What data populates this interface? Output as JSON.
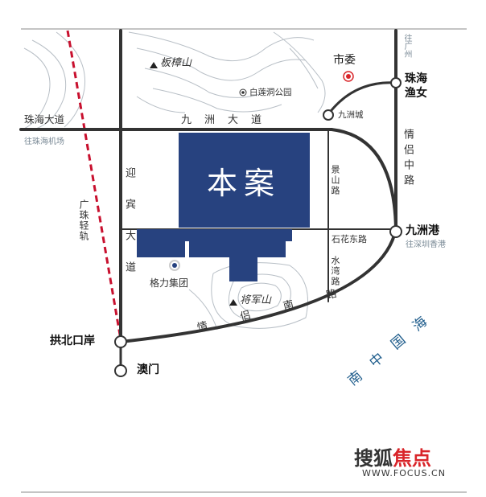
{
  "project_label": "本案",
  "roads": {
    "zhuhai_avenue": "珠海大道",
    "jiuzhou_avenue": "九洲大道",
    "yingbin_avenue": "迎宾大道",
    "jingshan_road": "景山路",
    "shihua_east_road": "石花东路",
    "shuiwan_road": "水湾路",
    "qinglv_middle_road": "情侣中路",
    "qinglv_south_road": "情侣南路",
    "guangzhu_railway": "广珠轻轨"
  },
  "places": {
    "banzhang_mountain": "板樟山",
    "bailiandong_park": "白莲洞公园",
    "city_committee": "市委",
    "zhuhai_yunu": "珠海渔女",
    "jiuzhou_city": "九洲城",
    "jiuzhou_port": "九洲港",
    "gree_group": "格力集团",
    "jiangjun_mountain": "将军山",
    "gongbei_port": "拱北口岸",
    "macau": "澳门",
    "south_china_sea": "南中国海"
  },
  "directions": {
    "to_guangzhou": "往广州",
    "to_airport": "往珠海机场",
    "to_shenzhen_hk": "往深圳香港"
  },
  "watermark": {
    "brand_a": "搜狐",
    "brand_b": "焦点",
    "url": "WWW.FOCUS.CN"
  },
  "colors": {
    "road": "#333333",
    "project_block": "#27427f",
    "railway": "#c8102e",
    "sea_text": "#1f5d8c",
    "city_committee_dot": "#d9252a"
  }
}
